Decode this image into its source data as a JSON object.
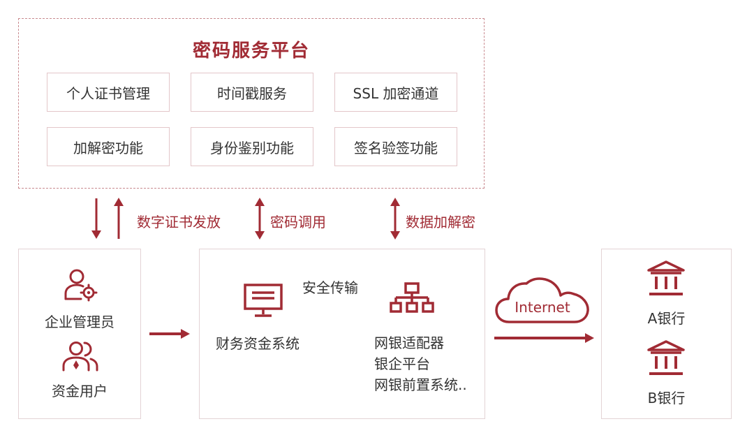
{
  "platform": {
    "title": "密码服务平台",
    "features": [
      "个人证书管理",
      "时间戳服务",
      "SSL 加密通道",
      "加解密功能",
      "身份鉴别功能",
      "签名验签功能"
    ]
  },
  "arrows": {
    "cert_issue": "数字证书发放",
    "crypto_call": "密码调用",
    "data_crypt": "数据加解密",
    "secure_transfer": "安全传输"
  },
  "left": {
    "admin_label": "企业管理员",
    "user_label": "资金用户"
  },
  "middle": {
    "finance_label": "财务资金系统",
    "bank_lines": [
      "网银适配器",
      "银企平台",
      "网银前置系统.."
    ]
  },
  "cloud": {
    "label": "Internet"
  },
  "right": {
    "bank_a": "A银行",
    "bank_b": "B银行"
  },
  "colors": {
    "accent": "#a12b34",
    "dashed_border": "#c98a8f",
    "box_border": "#e3d3d5"
  },
  "icons": {
    "admin": "user-gear-icon",
    "users": "users-icon",
    "finance": "monitor-icon",
    "network": "network-hierarchy-icon",
    "cloud": "cloud-icon",
    "bank": "bank-building-icon"
  }
}
